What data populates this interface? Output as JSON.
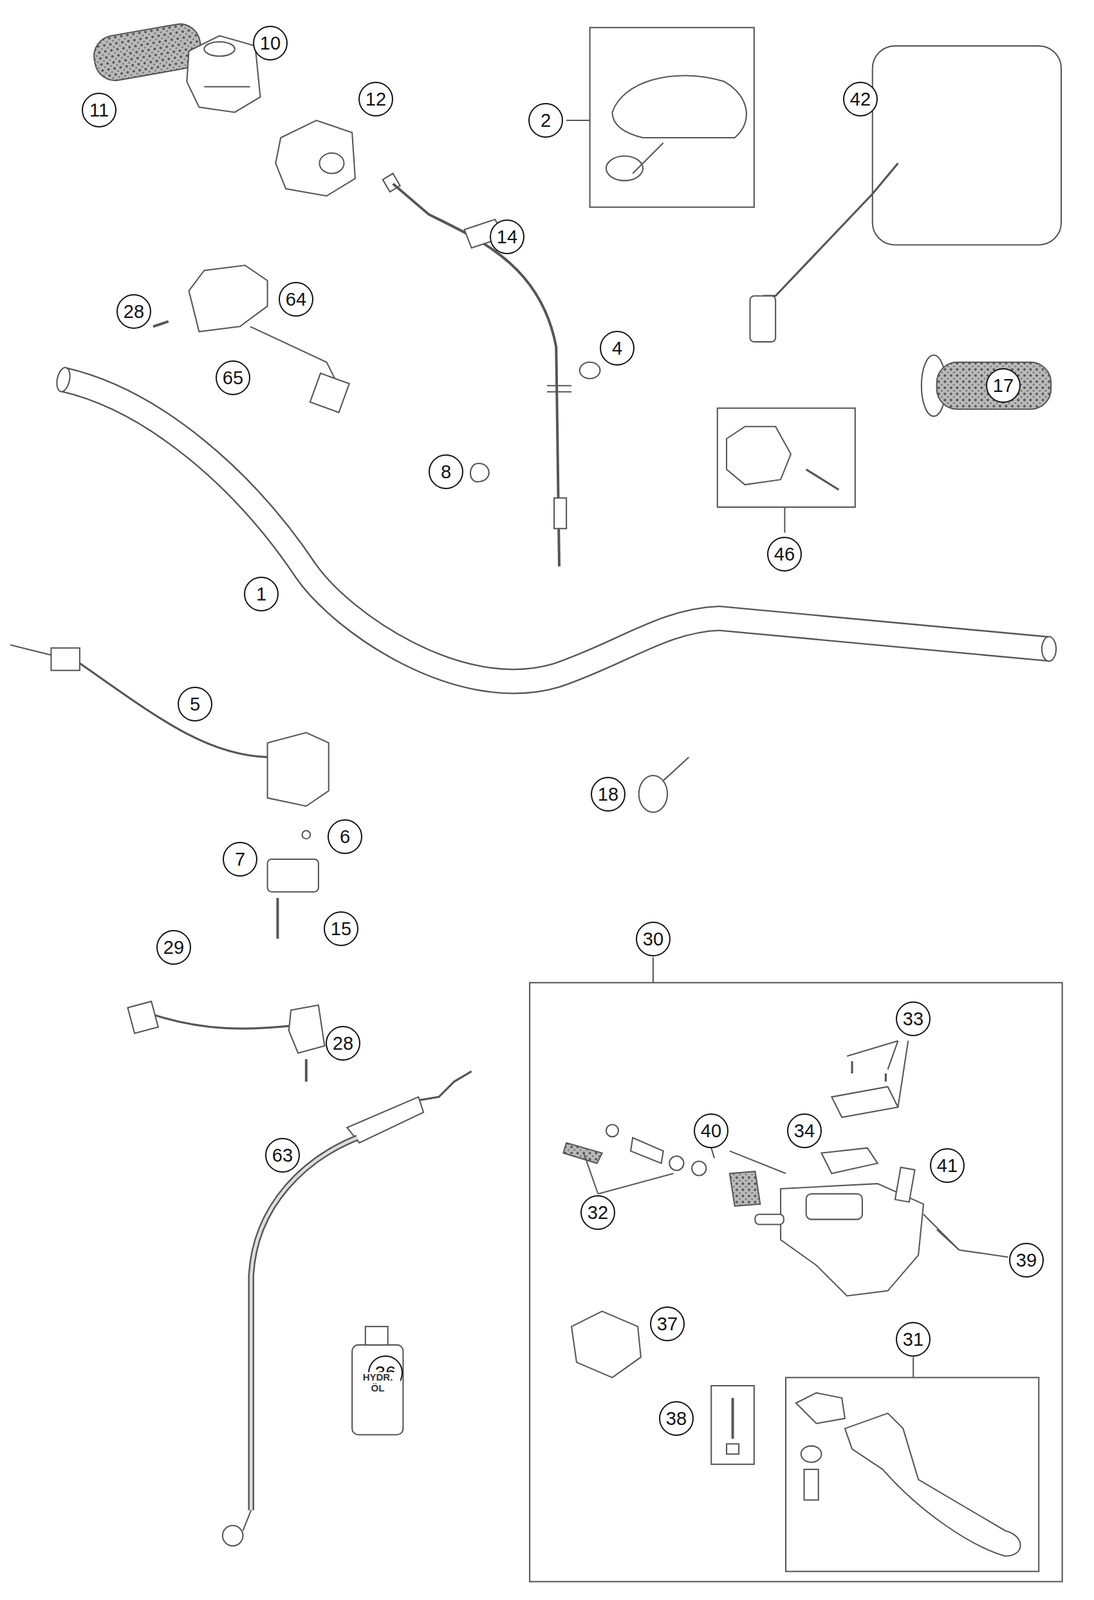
{
  "diagram": {
    "labels": [
      "10",
      "11",
      "12",
      "2",
      "42",
      "14",
      "28",
      "64",
      "65",
      "4",
      "17",
      "8",
      "46",
      "1",
      "5",
      "18",
      "6",
      "7",
      "15",
      "29",
      "28",
      "30",
      "33",
      "40",
      "34",
      "41",
      "32",
      "39",
      "63",
      "37",
      "31",
      "36",
      "38",
      "HYDR. ÖL"
    ]
  }
}
